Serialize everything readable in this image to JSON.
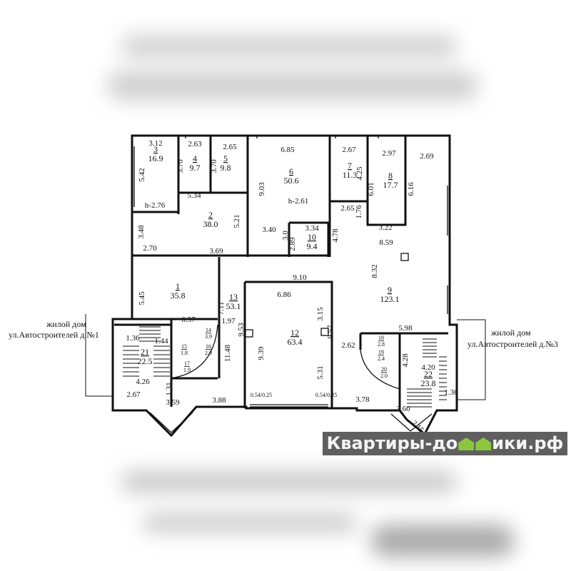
{
  "rooms": [
    {
      "number": "3",
      "area": "16.9"
    },
    {
      "number": "4",
      "area": "9.7"
    },
    {
      "number": "5",
      "area": "9.8"
    },
    {
      "number": "6",
      "area": "50.6"
    },
    {
      "number": "2",
      "area": "38.0"
    },
    {
      "number": "10",
      "area": "9.4"
    },
    {
      "number": "7",
      "area": "11.3"
    },
    {
      "number": "8",
      "area": "17.7"
    },
    {
      "number": "9",
      "area": "123.1"
    },
    {
      "number": "1",
      "area": "35.8"
    },
    {
      "number": "13",
      "area": "53.1"
    },
    {
      "number": "12",
      "area": "63.4"
    },
    {
      "number": "14",
      "area": "3.9"
    },
    {
      "number": "15",
      "area": "1.8"
    },
    {
      "number": "16",
      "area": "2.0"
    },
    {
      "number": "17",
      "area": "1.9"
    },
    {
      "number": "21",
      "area": "22.5"
    },
    {
      "number": "18",
      "area": "2.8"
    },
    {
      "number": "19",
      "area": "2.4"
    },
    {
      "number": "20",
      "area": "2.0"
    },
    {
      "number": "22",
      "area": "23.8"
    }
  ],
  "dimensions": [
    "3.12",
    "2.63",
    "2.65",
    "6.85",
    "2.67",
    "2.97",
    "2.69",
    "5.42",
    "3.70",
    "3.70",
    "9.03",
    "4.25",
    "6.01",
    "6.16",
    "h-2.76",
    "5.34",
    "5.21",
    "h-2.61",
    "2.65",
    "1.76",
    "3.22",
    "3.40",
    "3.0",
    "2.89",
    "3.34",
    "4.78",
    "8.59",
    "3.48",
    "2.70",
    "3.69",
    "8.32",
    "9.10",
    "6.86",
    "3.15",
    "5.45",
    "7.11",
    "6.57",
    "1.97",
    "9.53",
    "11.48",
    "9.39",
    "5.31",
    "9.57",
    "2.62",
    "5.98",
    "4.28",
    "4.20",
    "3.88",
    "3.59",
    "2.67",
    "1.31",
    "4.26",
    "1.36",
    "1.44",
    "3.78",
    "3.60",
    "2.15",
    "1.30",
    "0.54/0.25",
    "0.54/0.25"
  ],
  "neighbors": {
    "left": {
      "line1": "жилой дом",
      "line2": "ул.Автостроителей д.№1"
    },
    "right": {
      "line1": "жилой дом",
      "line2": "ул.Автостроителей д.№3"
    }
  },
  "watermark": {
    "text": "Квартиры-домики.рф",
    "part1": "Квартиры-до",
    "part2": "ики.рф"
  }
}
